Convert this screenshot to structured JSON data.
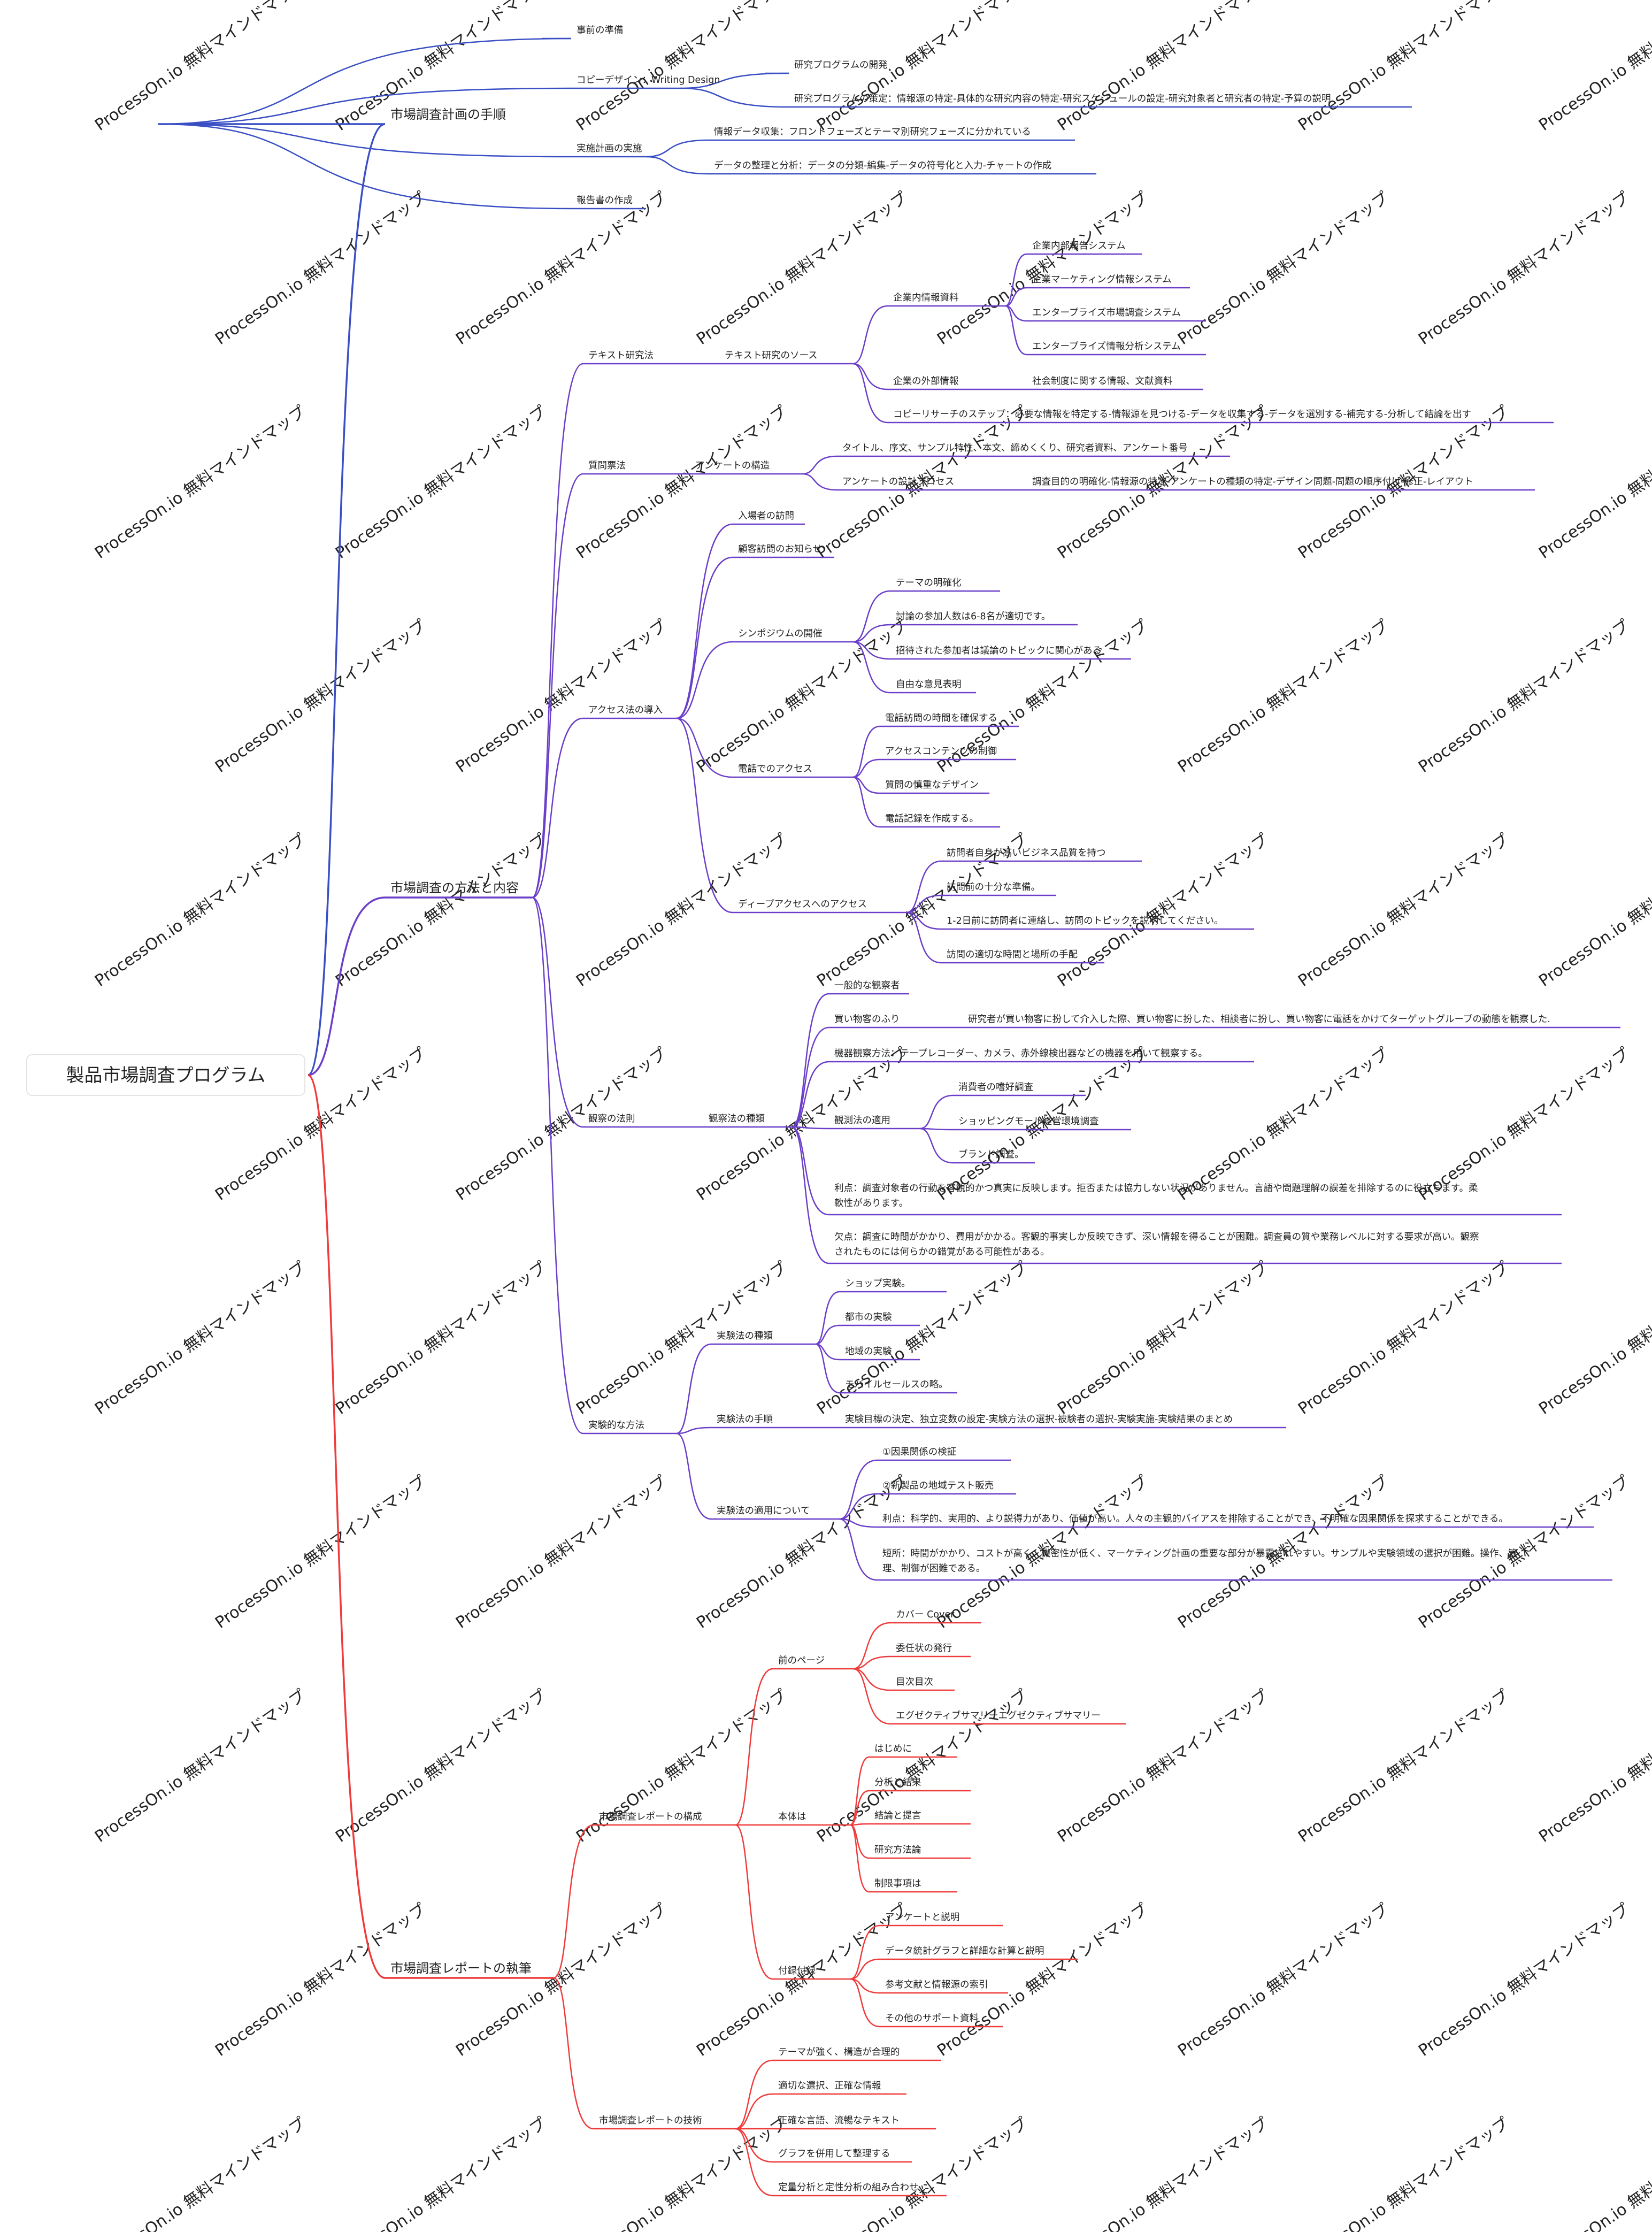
{
  "watermark": "ProcessOn.io 無料マインドマップ",
  "colors": {
    "blue": "#3a4fc4",
    "purple": "#6b3fc9",
    "red": "#ef3b3b",
    "root_border": "#e4e4e4"
  },
  "root": "製品市場調査プログラム",
  "branches": [
    {
      "label": "市場調査計画の手順",
      "color": "blue",
      "children": [
        {
          "label": "事前の準備"
        },
        {
          "label": "コピーデザイン：Writing Design",
          "children": [
            {
              "label": "研究プログラムの開発"
            },
            {
              "label": "研究プログラムの策定：情報源の特定-具体的な研究内容の特定-研究スケジュールの設定-研究対象者と研究者の特定-予算の説明"
            }
          ]
        },
        {
          "label": "実施計画の実施",
          "children": [
            {
              "label": "情報データ収集：フロントフェーズとテーマ別研究フェーズに分かれている"
            },
            {
              "label": "データの整理と分析：データの分類-編集-データの符号化と入力-チャートの作成"
            }
          ]
        },
        {
          "label": "報告書の作成"
        }
      ]
    },
    {
      "label": "市場調査の方法と内容",
      "color": "purple",
      "children": [
        {
          "label": "テキスト研究法",
          "children": [
            {
              "label": "テキスト研究のソース",
              "children": [
                {
                  "label": "企業内情報資料",
                  "children": [
                    {
                      "label": "企業内部報告システム"
                    },
                    {
                      "label": "企業マーケティング情報システム"
                    },
                    {
                      "label": "エンタープライズ市場調査システム"
                    },
                    {
                      "label": "エンタープライズ情報分析システム"
                    }
                  ]
                },
                {
                  "label": "企業の外部情報",
                  "children": [
                    {
                      "label": "社会制度に関する情報、文献資料"
                    }
                  ]
                },
                {
                  "label": "コピーリサーチのステップ：必要な情報を特定する-情報源を見つける-データを収集する-データを選別する-補完する-分析して結論を出す"
                }
              ]
            }
          ]
        },
        {
          "label": "質問票法",
          "children": [
            {
              "label": "アンケートの構造",
              "children": [
                {
                  "label": "タイトル、序文、サンプル特性、本文、締めくくり、研究者資料、アンケート番号"
                },
                {
                  "label": "アンケートの設計プロセス",
                  "children": [
                    {
                      "label": "調査目的の明確化-情報源の特定-アンケートの種類の特定-デザイン問題-問題の順序付け-修正-レイアウト"
                    }
                  ]
                }
              ]
            }
          ]
        },
        {
          "label": "アクセス法の導入",
          "children": [
            {
              "label": "入場者の訪問"
            },
            {
              "label": "顧客訪問のお知らせ"
            },
            {
              "label": "シンポジウムの開催",
              "children": [
                {
                  "label": "テーマの明確化"
                },
                {
                  "label": "討論の参加人数は6-8名が適切です。"
                },
                {
                  "label": "招待された参加者は議論のトピックに関心がある"
                },
                {
                  "label": "自由な意見表明"
                }
              ]
            },
            {
              "label": "電話でのアクセス",
              "children": [
                {
                  "label": "電話訪問の時間を確保する"
                },
                {
                  "label": "アクセスコンテンツの制御"
                },
                {
                  "label": "質問の慎重なデザイン"
                },
                {
                  "label": "電話記録を作成する。"
                }
              ]
            },
            {
              "label": "ディープアクセスへのアクセス",
              "children": [
                {
                  "label": "訪問者自身が高いビジネス品質を持つ"
                },
                {
                  "label": "訪問前の十分な準備。"
                },
                {
                  "label": "1-2日前に訪問者に連絡し、訪問のトピックを説明してください。"
                },
                {
                  "label": "訪問の適切な時間と場所の手配"
                }
              ]
            }
          ]
        },
        {
          "label": "観察の法則",
          "children": [
            {
              "label": "観察法の種類",
              "children": [
                {
                  "label": "一般的な観察者"
                },
                {
                  "label": "買い物客のふり",
                  "children": [
                    {
                      "label": "研究者が買い物客に扮して介入した際、買い物客に扮した、相談者に扮し、買い物客に電話をかけてターゲットグループの動態を観察した."
                    }
                  ]
                },
                {
                  "label": "機器観察方法：テープレコーダー、カメラ、赤外線検出器などの機器を用いて観察する。"
                },
                {
                  "label": "観測法の適用",
                  "children": [
                    {
                      "label": "消費者の嗜好調査"
                    },
                    {
                      "label": "ショッピングモール経営環境調査"
                    },
                    {
                      "label": "ブランド調査。"
                    }
                  ]
                },
                {
                  "label": "利点：調査対象者の行動を客観的かつ真実に反映します。拒否または協力しない状況がありません。言語や問題理解の誤差を排除するのに役立ちます。柔",
                  "label2": "軟性があります。"
                },
                {
                  "label": "欠点：調査に時間がかかり、費用がかかる。客観的事実しか反映できず、深い情報を得ることが困難。調査員の質や業務レベルに対する要求が高い。観察",
                  "label2": "されたものには何らかの錯覚がある可能性がある。"
                }
              ]
            }
          ]
        },
        {
          "label": "実験的な方法",
          "children": [
            {
              "label": "実験法の種類",
              "children": [
                {
                  "label": "ショップ実験。"
                },
                {
                  "label": "都市の実験"
                },
                {
                  "label": "地域の実験"
                },
                {
                  "label": "モバイルセールスの略。"
                }
              ]
            },
            {
              "label": "実験法の手順",
              "children": [
                {
                  "label": "実験目標の決定、独立変数の設定-実験方法の選択-被験者の選択-実験実施-実験結果のまとめ"
                }
              ]
            },
            {
              "label": "実験法の適用について",
              "children": [
                {
                  "label": "①因果関係の検証"
                },
                {
                  "label": "②新製品の地域テスト販売"
                },
                {
                  "label": "利点：科学的、実用的、より説得力があり、価値が高い。人々の主観的バイアスを排除することができ、不明確な因果関係を探求することができる。"
                },
                {
                  "label": "短所：時間がかかり、コストが高く、機密性が低く、マーケティング計画の重要な部分が暴露されやすい。サンプルや実験領域の選択が困難。操作、管",
                  "label2": "理、制御が困難である。"
                }
              ]
            }
          ]
        }
      ]
    },
    {
      "label": "市場調査レポートの執筆",
      "color": "red",
      "children": [
        {
          "label": "市場調査レポートの構成",
          "children": [
            {
              "label": "前のページ",
              "children": [
                {
                  "label": "カバー Cover"
                },
                {
                  "label": "委任状の発行"
                },
                {
                  "label": "目次目次"
                },
                {
                  "label": "エグゼクティブサマリーエグゼクティブサマリー"
                }
              ]
            },
            {
              "label": "本体は",
              "children": [
                {
                  "label": "はじめに"
                },
                {
                  "label": "分析と結果"
                },
                {
                  "label": "結論と提言"
                },
                {
                  "label": "研究方法論"
                },
                {
                  "label": "制限事項は"
                }
              ]
            },
            {
              "label": "付録付録",
              "children": [
                {
                  "label": "アンケートと説明"
                },
                {
                  "label": "データ統計グラフと詳細な計算と説明"
                },
                {
                  "label": "参考文献と情報源の索引"
                },
                {
                  "label": "その他のサポート資料"
                }
              ]
            }
          ]
        },
        {
          "label": "市場調査レポートの技術",
          "children": [
            {
              "label": "テーマが強く、構造が合理的"
            },
            {
              "label": "適切な選択、正確な情報"
            },
            {
              "label": "正確な言語、流暢なテキスト"
            },
            {
              "label": "グラフを併用して整理する"
            },
            {
              "label": "定量分析と定性分析の組み合わせ"
            }
          ]
        }
      ]
    }
  ]
}
